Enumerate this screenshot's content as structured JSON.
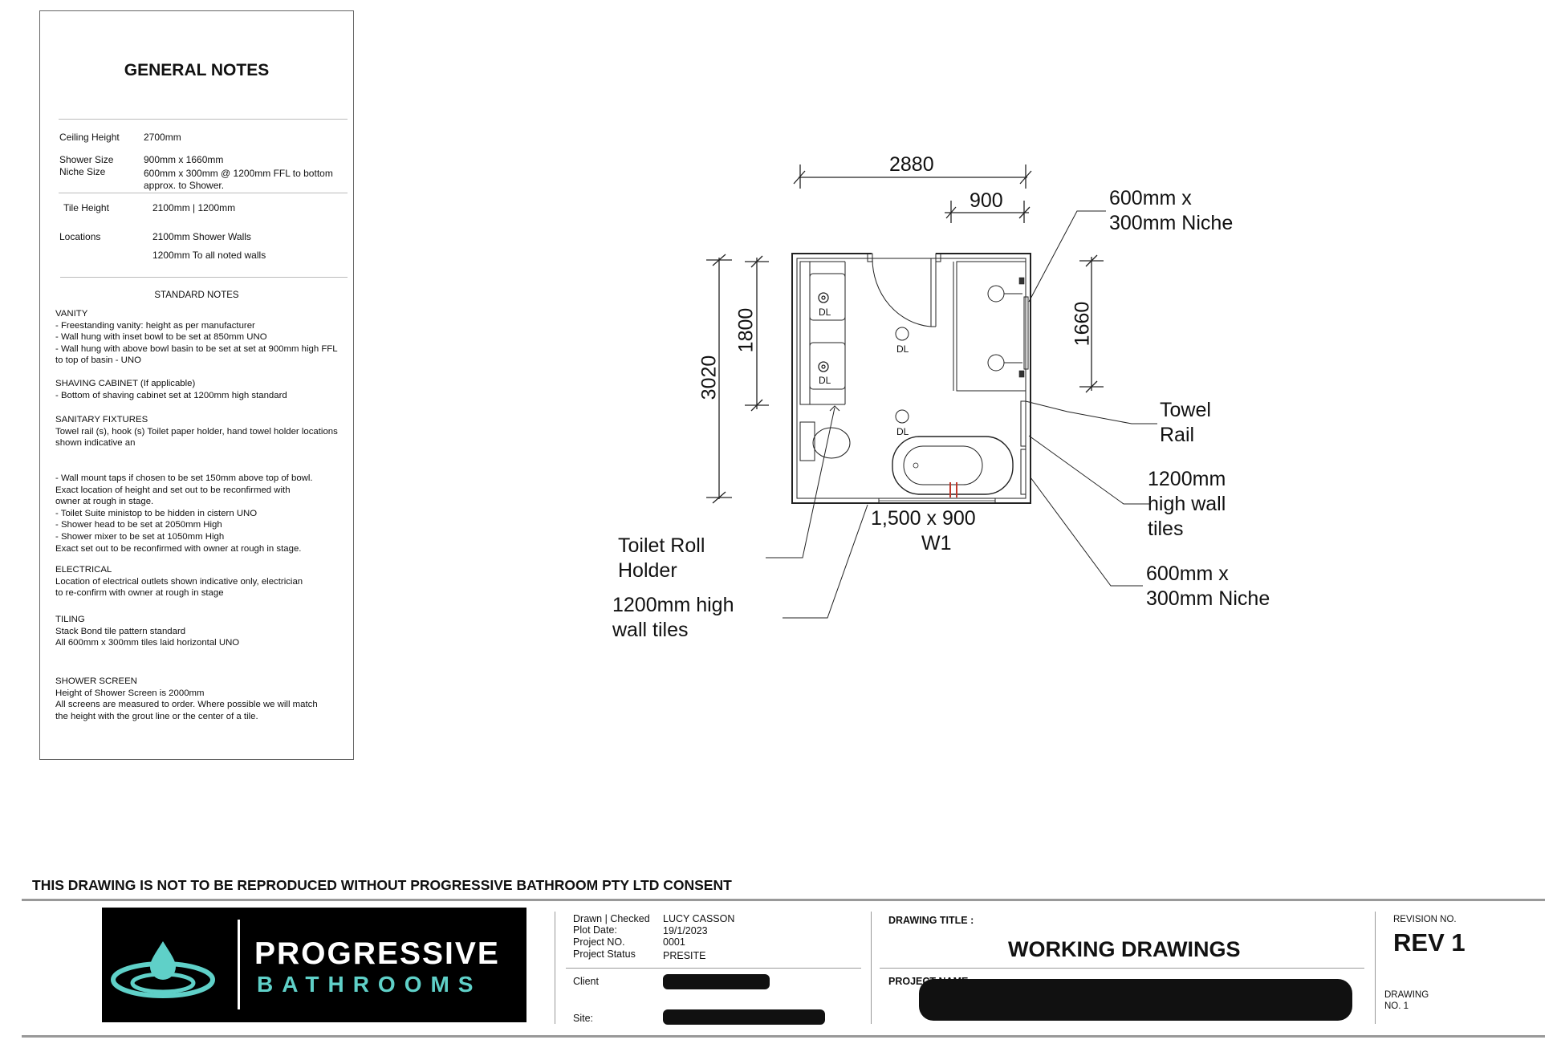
{
  "notes": {
    "title": "GENERAL NOTES",
    "specs": [
      {
        "label": "Ceiling Height",
        "value": "2700mm"
      },
      {
        "label": "Shower Size",
        "value": "900mm x 1660mm"
      },
      {
        "label": "Niche Size",
        "value": "600mm x 300mm @ 1200mm FFL to bottom"
      },
      {
        "label": "",
        "value": "approx. to Shower."
      },
      {
        "label": "Tile Height",
        "value": "2100mm | 1200mm"
      },
      {
        "label": "Locations",
        "value": "2100mm Shower Walls"
      },
      {
        "label": "",
        "value": "1200mm To all noted walls"
      }
    ],
    "standard_title": "STANDARD NOTES",
    "vanity": [
      "VANITY",
      "- Freestanding vanity: height as per manufacturer",
      "- Wall hung with inset bowl to be set at 850mm UNO",
      "- Wall hung with above bowl basin to be set at set at 900mm high FFL",
      "   to top of basin - UNO"
    ],
    "shaving": [
      "SHAVING CABINET (If applicable)",
      " - Bottom of shaving cabinet set at 1200mm high standard"
    ],
    "sanitary": [
      "SANITARY FIXTURES",
      "Towel rail (s), hook (s) Toilet paper holder, hand towel holder locations",
      "shown indicative an",
      "",
      "",
      "- Wall mount taps if chosen to be set 150mm above top of bowl.",
      "  Exact location of height and set out to be reconfirmed with",
      "  owner at rough in stage.",
      "- Toilet Suite ministop to be hidden in cistern UNO",
      "- Shower head to be set at 2050mm High",
      "- Shower mixer to be set at 1050mm High",
      "Exact set out to be reconfirmed with owner at rough in stage."
    ],
    "electrical": [
      "ELECTRICAL",
      "Location of electrical outlets shown indicative only, electrician",
      "to re-confirm with owner at rough in stage"
    ],
    "tiling": [
      "TILING",
      "Stack Bond tile pattern standard",
      "All 600mm x 300mm tiles laid horizontal UNO"
    ],
    "shower_screen": [
      "SHOWER SCREEN",
      "Height of Shower Screen is 2000mm",
      "All screens are measured to order. Where possible we will match",
      "the height with the grout line or the center of a tile."
    ]
  },
  "plan": {
    "dims": {
      "overall_width": "2880",
      "shower_width": "900",
      "overall_depth": "3020",
      "vanity_length": "1800",
      "shower_length": "1660"
    },
    "downlight_label": "DL",
    "window_size": "1,500 x 900",
    "window_id": "W1",
    "callouts": {
      "niche_top": [
        "600mm x",
        "300mm Niche"
      ],
      "towel_rail": [
        "Towel",
        "Rail"
      ],
      "wall_tiles_right": [
        "1200mm",
        "high wall",
        "tiles"
      ],
      "niche_bottom": [
        "600mm x",
        "300mm Niche"
      ],
      "toilet_roll": [
        "Toilet Roll",
        "Holder"
      ],
      "wall_tiles_left": [
        "1200mm high",
        "wall tiles"
      ]
    }
  },
  "consent": "THIS DRAWING IS NOT TO BE REPRODUCED WITHOUT PROGRESSIVE BATHROOM PTY LTD CONSENT",
  "logo": {
    "line1": "PROGRESSIVE",
    "line2": "BATHROOMS",
    "accent": "#5fd0c8"
  },
  "title_block": {
    "drawn_label": "Drawn | Checked",
    "drawn_value": "LUCY CASSON",
    "plot_label": "Plot Date:",
    "plot_value": "19/1/2023",
    "project_no_label": "Project NO.",
    "project_no_value": "0001",
    "status_label": "Project Status",
    "status_value": "PRESITE",
    "client_label": "Client",
    "site_label": "Site:",
    "drawing_title_label": "DRAWING TITLE :",
    "drawing_title": "WORKING DRAWINGS",
    "project_name_label": "PROJECT NAME :",
    "revision_label": "REVISION NO.",
    "revision": "REV 1",
    "drawing_no_label": "DRAWING",
    "drawing_no": "NO. 1"
  }
}
